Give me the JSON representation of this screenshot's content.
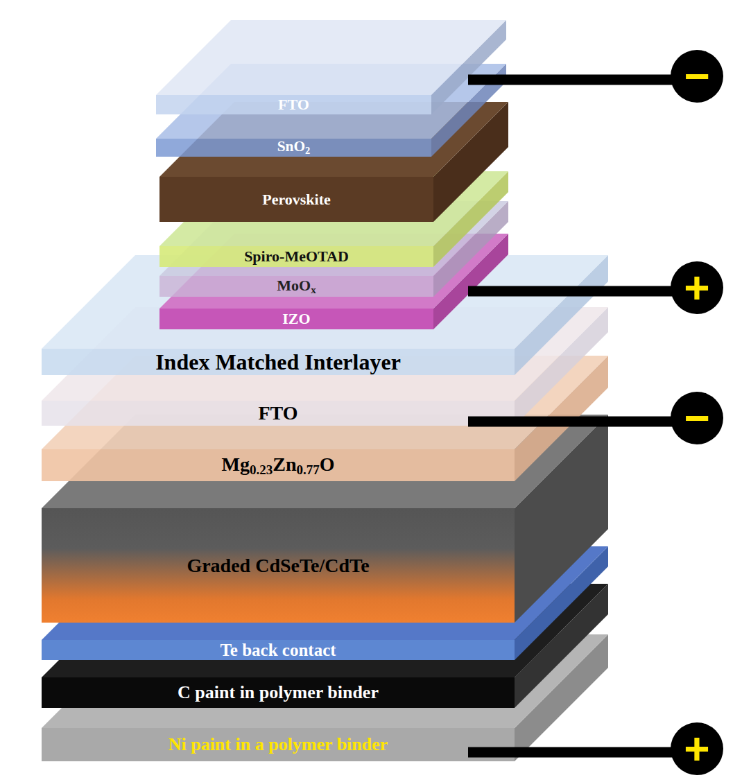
{
  "diagram": {
    "nodes": [
      {
        "text": [
          "FTO"
        ]
      },
      {
        "text": [
          "SnO2"
        ]
      },
      {
        "text": [
          "Perovskite"
        ]
      },
      {
        "text": [
          "Spiro-MeOTAD"
        ]
      },
      {
        "text": [
          "MoOx"
        ]
      },
      {
        "text": [
          "IZO"
        ]
      },
      {
        "text": [
          "Index Matched Interlayer"
        ]
      },
      {
        "text": [
          "FTO"
        ]
      },
      {
        "text": [
          "Mg0.23Zn0.77O"
        ]
      },
      {
        "text": [
          "Graded CdSeTe/CdTe"
        ]
      },
      {
        "text": [
          "Te back contact"
        ]
      },
      {
        "text": [
          "C paint in polymer binder"
        ]
      },
      {
        "text": [
          "Ni paint in a polymer binder"
        ]
      }
    ],
    "labels": [
      "−",
      "+",
      "−",
      "+"
    ]
  }
}
